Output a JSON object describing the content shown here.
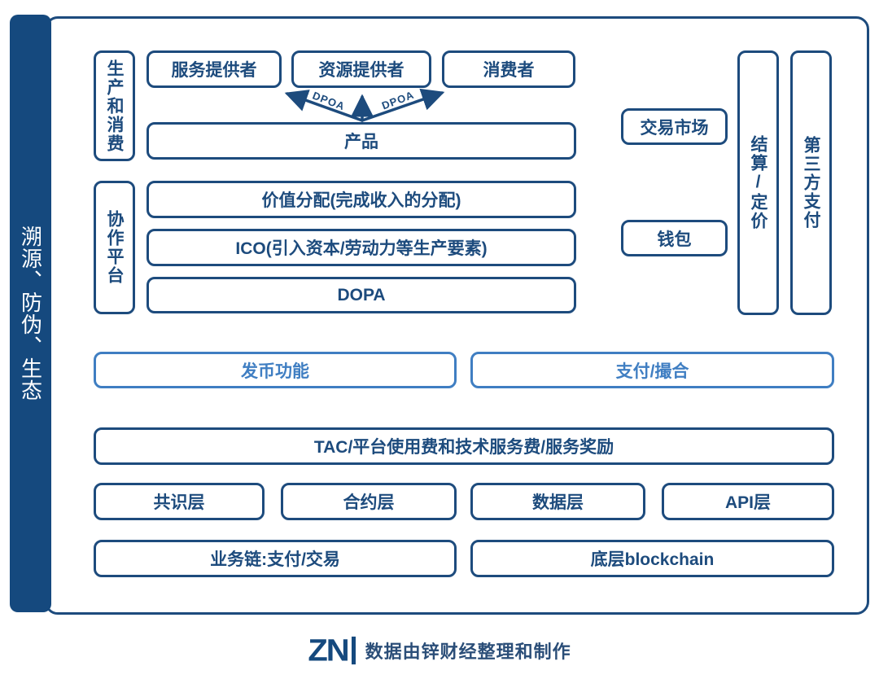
{
  "colors": {
    "navy_border_text": "#1d4b7d",
    "ribbon_background": "#15497e",
    "light_blue_accent": "#3f7ec2",
    "background": "#ffffff"
  },
  "ribbon": {
    "label": "溯源、防伪、生态"
  },
  "production": {
    "group_label": "生产和消费",
    "providers": [
      {
        "label": "服务提供者"
      },
      {
        "label": "资源提供者"
      },
      {
        "label": "消费者"
      }
    ],
    "product_label": "产品",
    "dpoa_left": "DPOA",
    "dpoa_right": "DPOA"
  },
  "collaboration": {
    "group_label": "协作平台",
    "rows": [
      {
        "label": "价值分配(完成收入的分配)"
      },
      {
        "label": "ICO(引入资本/劳动力等生产要素)"
      },
      {
        "label": "DOPA"
      }
    ]
  },
  "market": {
    "exchange_label": "交易市场",
    "wallet_label": "钱包",
    "settlement_label": "结算/定价",
    "thirdparty_label": "第三方支付"
  },
  "functions": {
    "issue_label": "发币功能",
    "payment_label": "支付/撮合"
  },
  "fees": {
    "label": "TAC/平台使用费和技术服务费/服务奖励"
  },
  "layers": {
    "items": [
      {
        "label": "共识层"
      },
      {
        "label": "合约层"
      },
      {
        "label": "数据层"
      },
      {
        "label": "API层"
      }
    ]
  },
  "chains": {
    "business_label": "业务链:支付/交易",
    "base_label": "底层blockchain"
  },
  "footer": {
    "logo": "ZN",
    "credit": "数据由锌财经整理和制作"
  }
}
